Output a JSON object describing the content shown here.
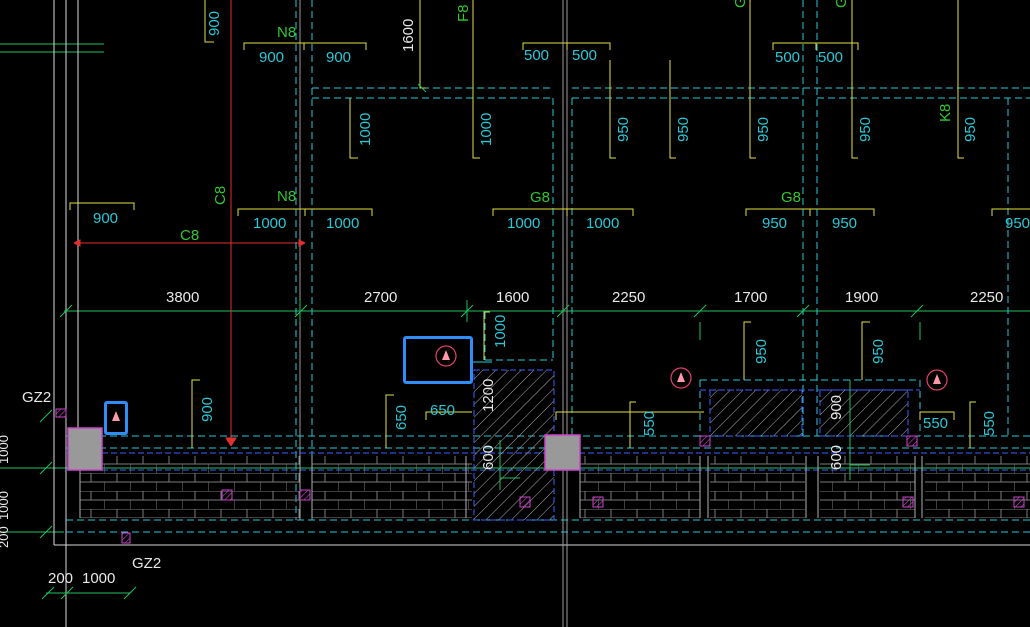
{
  "colors": {
    "background": "#000000",
    "grid_dim": "#20c060",
    "wall_cyan": "#28c8d8",
    "dimension_yellow": "#e0e040",
    "beam_red": "#e03030",
    "column_magenta": "#cc44cc",
    "column_gray": "#999999",
    "selection_blue": "#2e8ef5",
    "marker_pink": "#e04070",
    "text_white": "#e8e8e8",
    "label_green": "#30c830",
    "brick_gray": "#7a7a7a"
  },
  "labels": {
    "top": {
      "n8_a": "N8",
      "f8": "F8",
      "v900_a": "900",
      "v1600": "1600",
      "h900_a": "900",
      "h900_b": "900",
      "h500_a": "500",
      "h500_b": "500",
      "h500_c": "500",
      "h500_d": "500",
      "g_a": "G",
      "g_b": "G"
    },
    "row2": {
      "v1000_a": "1000",
      "v1000_b": "1000",
      "v950_a": "950",
      "v950_b": "950",
      "v950_c": "950",
      "v950_d": "950",
      "k8": "K8",
      "v950_e": "950"
    },
    "row3": {
      "c8_v": "C8",
      "n8_b": "N8",
      "g8_a": "G8",
      "g8_b": "G8",
      "h900": "900",
      "h1000_a": "1000",
      "h1000_b": "1000",
      "h1000_c": "1000",
      "h1000_d": "1000",
      "h950_a": "950",
      "h950_b": "950",
      "h950_c": "950",
      "c8_h": "C8"
    },
    "spans": [
      "3800",
      "2700",
      "1600",
      "2250",
      "1700",
      "1900",
      "2250"
    ],
    "lower": {
      "v1000": "1000",
      "v950_a": "950",
      "v950_b": "950",
      "v900_a": "900",
      "v650": "650",
      "h650": "650",
      "v1200": "1200",
      "v550_a": "550",
      "v900_b": "900",
      "h550": "550",
      "v550_b": "550",
      "v600_a": "600",
      "v600_b": "600"
    },
    "left": {
      "gz2_top": "GZ2",
      "gz2_bottom": "GZ2",
      "v1000_a": "1000",
      "v1000_b": "1000",
      "v200": "200"
    },
    "bottom": {
      "h200": "200",
      "h1000": "1000"
    }
  }
}
